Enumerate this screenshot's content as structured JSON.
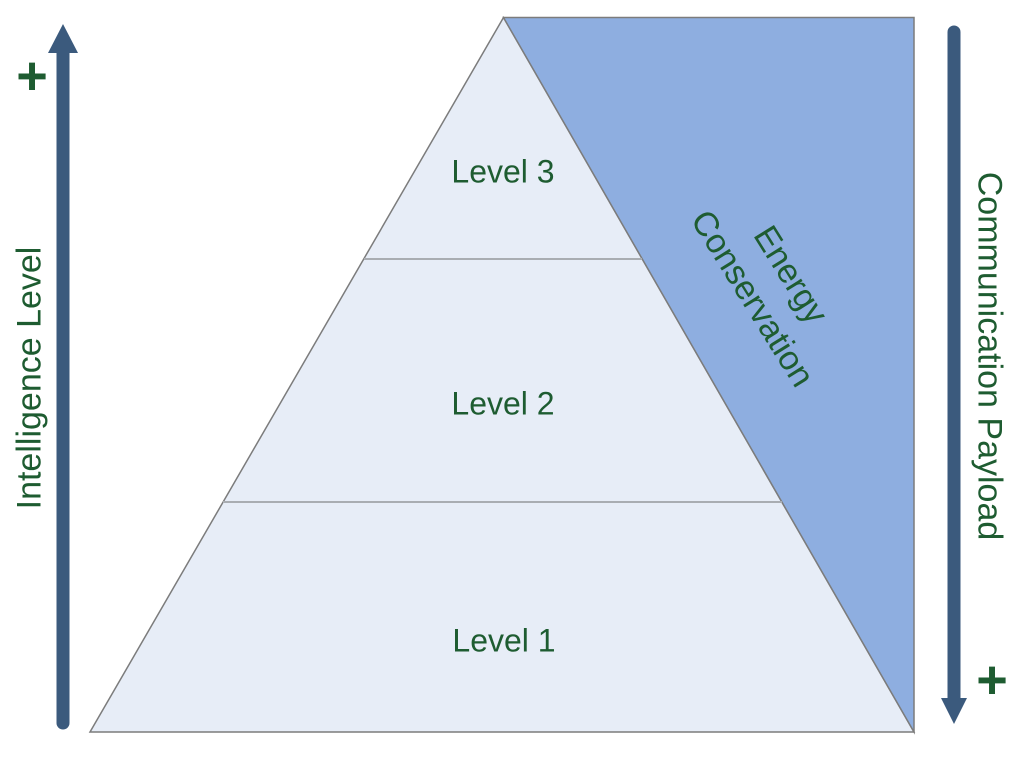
{
  "diagram": {
    "levels": [
      {
        "label": "Level 1"
      },
      {
        "label": "Level 2"
      },
      {
        "label": "Level 3"
      }
    ],
    "overlay": {
      "line1": "Energy",
      "line2": "Conservation"
    },
    "left_axis": {
      "label": "Intelligence Level",
      "plus": "+",
      "direction": "up"
    },
    "right_axis": {
      "label": "Communication Payload",
      "plus": "+",
      "direction": "down"
    }
  },
  "colors": {
    "pyramid_fill": "#E7EDF7",
    "overlay_fill": "#8EAEE0",
    "shape_stroke": "#7C7C7C",
    "divider_stroke": "#A9ADB2",
    "arrow": "#3B5A7D",
    "text_green": "#1E5C31"
  }
}
